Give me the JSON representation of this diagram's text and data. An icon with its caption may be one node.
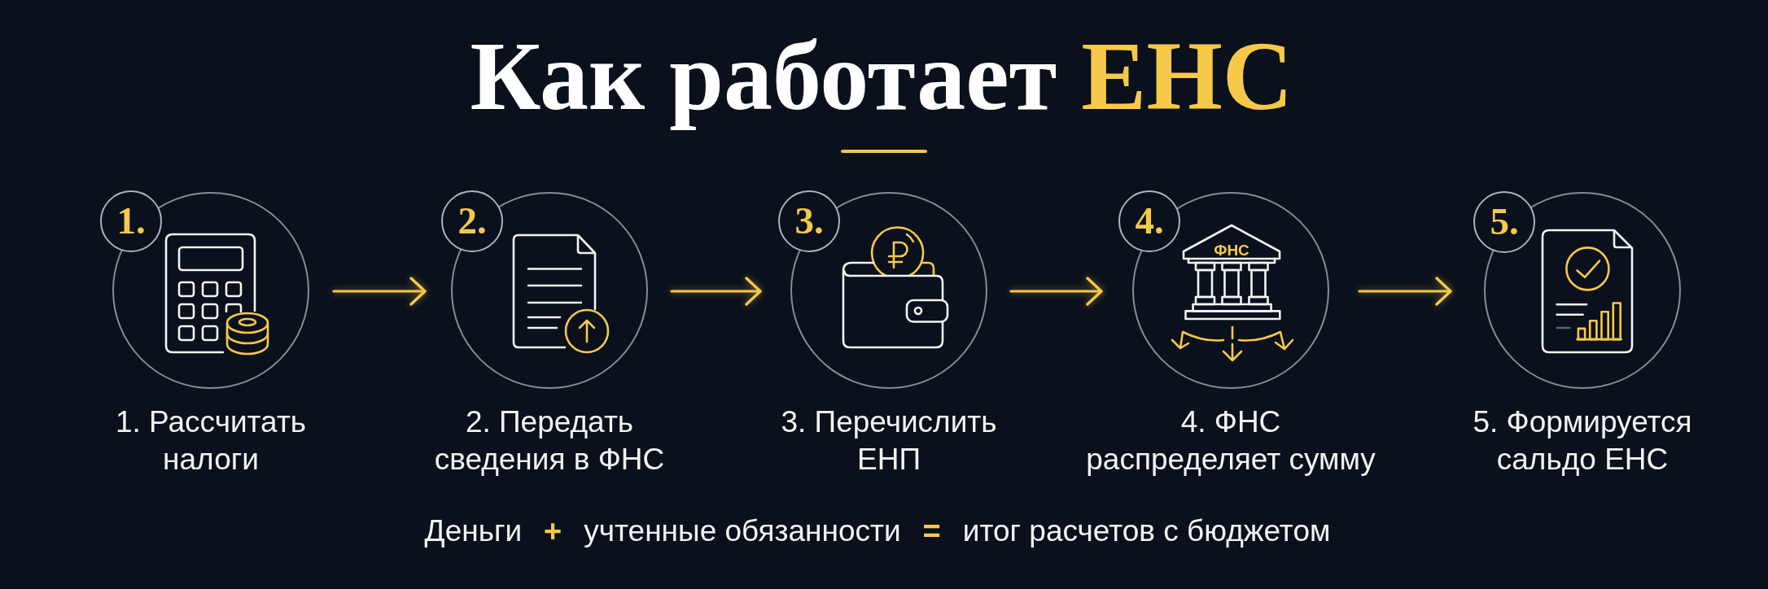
{
  "diagram": {
    "title": "Как работает **ЕНС**",
    "nodes": [
      {
        "text": [
          "1."
        ]
      },
      {
        "text": [],
        "shape": "circle",
        "beside": [
          "1. Рассчитать налоги"
        ]
      },
      {
        "text": [
          "2."
        ]
      },
      {
        "text": [],
        "shape": "circle",
        "beside": [
          "2. Передать сведения в ФНС"
        ]
      },
      {
        "text": [
          "3."
        ]
      },
      {
        "text": [],
        "shape": "circle",
        "beside": [
          "3. Перечислить ЕНП"
        ]
      },
      {
        "text": [
          "4."
        ]
      },
      {
        "text": [
          "ФНС"
        ],
        "beside": [
          "4. ФНС распределяет сумму"
        ]
      },
      {
        "text": [
          "5."
        ]
      },
      {
        "text": [],
        "shape": "circle",
        "beside": [
          "5. Формируется сальдо ЕНС"
        ]
      }
    ],
    "edges": [
      {
        "from": 1,
        "to": 3,
        "arrow": "to"
      },
      {
        "from": 3,
        "to": 5,
        "arrow": "to"
      },
      {
        "from": 5,
        "to": 7,
        "arrow": "to"
      },
      {
        "from": 7,
        "to": 9,
        "arrow": "to"
      }
    ],
    "labels": [
      "Деньги",
      "+",
      "учтенные обязанности",
      "=",
      "итог расчетов с бюджетом"
    ]
  }
}
